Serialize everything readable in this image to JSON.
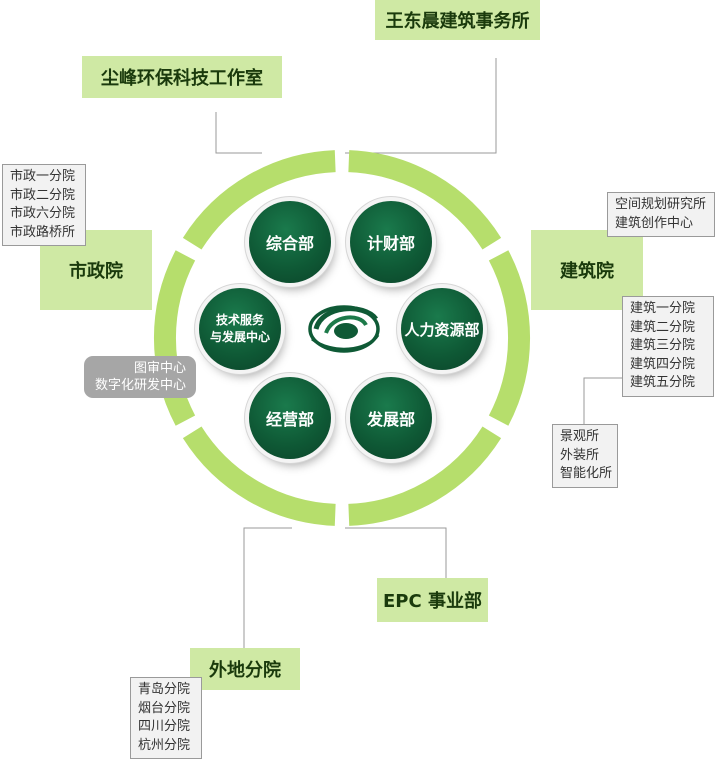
{
  "center": {
    "logo_icon": "company-swirl-logo",
    "colors": {
      "ring": "#b6de6c",
      "dept_fill": "#0f5a36",
      "label_fill": "#cfe9a4"
    }
  },
  "departments": [
    {
      "id": "zonghe",
      "label": "综合部"
    },
    {
      "id": "jicai",
      "label": "计财部"
    },
    {
      "id": "renli",
      "label": "人力资源部"
    },
    {
      "id": "fazhan",
      "label": "发展部"
    },
    {
      "id": "jingying",
      "label": "经营部"
    },
    {
      "id": "jishu",
      "label": "技术服务与发展中心",
      "lines": [
        "技术服务",
        "与发展中心"
      ]
    }
  ],
  "units": {
    "wang_dongchen": {
      "label": "王东晨建筑事务所"
    },
    "chenfeng": {
      "label": "尘峰环保科技工作室"
    },
    "shizheng": {
      "label": "市政院",
      "sub": [
        "市政一分院",
        "市政二分院",
        "市政六分院",
        "市政路桥所"
      ]
    },
    "jianzhu": {
      "label": "建筑院",
      "sub_top": [
        "空间规划研究所",
        "建筑创作中心"
      ],
      "sub_mid": [
        "建筑一分院",
        "建筑二分院",
        "建筑三分院",
        "建筑四分院",
        "建筑五分院"
      ],
      "sub_bottom": [
        "景观所",
        "外装所",
        "智能化所"
      ]
    },
    "epc": {
      "label": "EPC 事业部"
    },
    "waidi": {
      "label": "外地分院",
      "sub": [
        "青岛分院",
        "烟台分院",
        "四川分院",
        "杭州分院"
      ]
    }
  },
  "center_tag": {
    "lines": [
      "图审中心",
      "数字化研发中心"
    ]
  }
}
